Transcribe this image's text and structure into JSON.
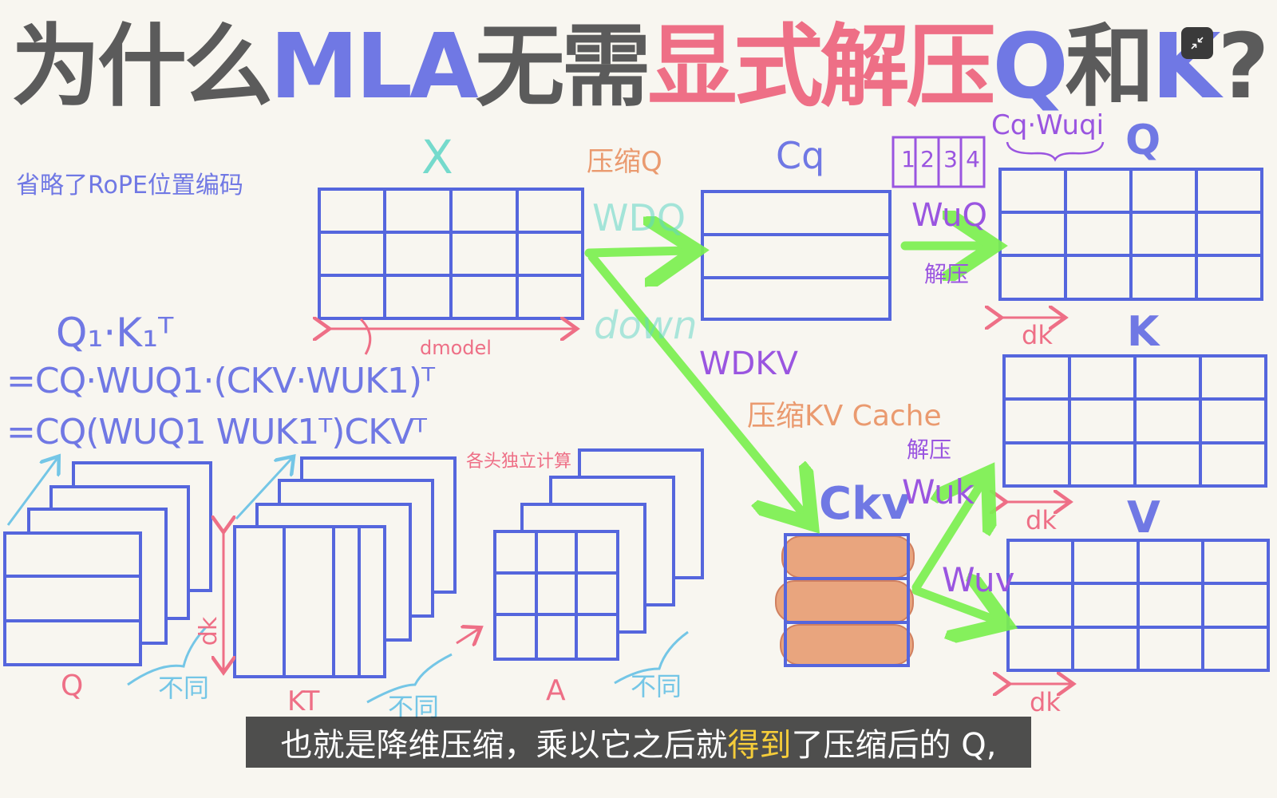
{
  "title": {
    "part1": "为什么",
    "part2": "MLA",
    "part3": "无需",
    "part4": "显式解压",
    "part5": "Q",
    "part6": "和",
    "part7": "K",
    "part8": "?"
  },
  "note_rope": "省略了RoPE位置编码",
  "labels": {
    "x": "X",
    "compress_q": "压缩Q",
    "wdq": "WDQ",
    "down": "down",
    "d_model": "dmodel",
    "cq": "Cq",
    "cq_wuq": "Cq·Wuqi",
    "q": "Q",
    "wuq": "WuQ",
    "decompress_1": "解压",
    "decompress_2": "解压",
    "dk_q": "dk",
    "dk_k": "dk",
    "dk_v": "dk",
    "dk_kt": "dk",
    "k": "K",
    "v": "V",
    "wdkv": "WDKV",
    "compress_kv": "压缩KV Cache",
    "ckv": "Ckv",
    "wuk": "Wuk",
    "wuv": "Wuv",
    "per_head": "各头独立计算",
    "q_stack": "Q",
    "kt_stack": "KT",
    "a_stack": "A",
    "diff1": "不同",
    "diff2": "不同",
    "diff3": "不同"
  },
  "head_boxes": [
    "1",
    "2",
    "3",
    "4"
  ],
  "formula": {
    "line1": "Q₁·K₁ᵀ",
    "line2": "=CQ·WUQ1·(CKV·WUK1)ᵀ",
    "line3": "=CQ(WUQ1 WUK1ᵀ)CKVᵀ"
  },
  "subtitle": {
    "before": "也就是降维压缩，乘以它之后就",
    "highlight": "得到",
    "after": "了压缩后的 Q,"
  },
  "colors": {
    "grid": "#5566dd",
    "arrow_green": "#7cf050",
    "cache_fill": "#e9a57e",
    "pink": "#ee6f86",
    "purple": "#9a55e0"
  }
}
